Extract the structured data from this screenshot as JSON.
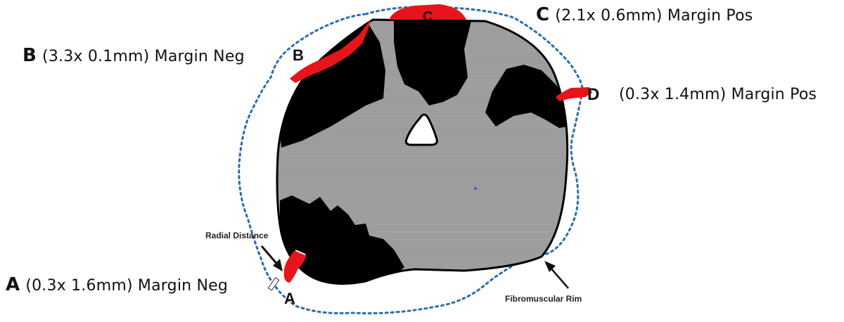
{
  "labels": [
    {
      "key": "A",
      "text": "(0.3x 1.6mm) Margin Neg"
    },
    {
      "key": "B",
      "text": "(3.3x 0.1mm) Margin Neg"
    },
    {
      "key": "C",
      "text": "(2.1x 0.6mm) Margin Pos"
    },
    {
      "key": "D",
      "text": "(0.3x 1.4mm) Margin Pos"
    }
  ],
  "markers": {
    "a": "A",
    "b": "B",
    "c": "C",
    "d": "D"
  },
  "annotations": {
    "radial_distance": "Radial Distance",
    "fibromuscular_rim": "Fibromuscular Rim"
  },
  "colors": {
    "gland": "#9c9c9c",
    "tumor": "#000000",
    "extension": "#e8141b",
    "margin": "#2b6cb0"
  }
}
